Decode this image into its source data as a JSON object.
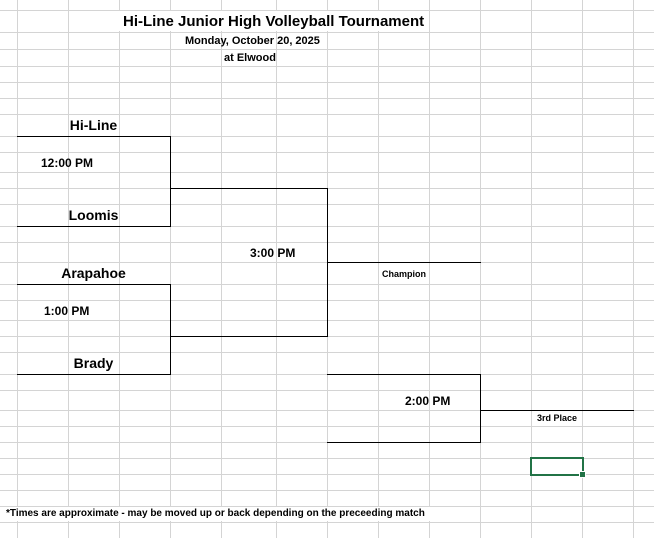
{
  "header": {
    "title": "Hi-Line Junior High Volleyball Tournament",
    "date": "Monday, October 20, 2025",
    "location": "at Elwood"
  },
  "bracket": {
    "round1": [
      {
        "team_top": "Hi-Line",
        "time": "12:00 PM",
        "team_bottom": "Loomis"
      },
      {
        "team_top": "Arapahoe",
        "time": "1:00 PM",
        "team_bottom": "Brady"
      }
    ],
    "championship": {
      "time": "3:00 PM",
      "label": "Champion"
    },
    "third_place": {
      "time": "2:00 PM",
      "label": "3rd Place"
    }
  },
  "footnote": "*Times are approximate - may be moved up or back depending on the preceeding match",
  "selection": {
    "color": "#217346"
  }
}
